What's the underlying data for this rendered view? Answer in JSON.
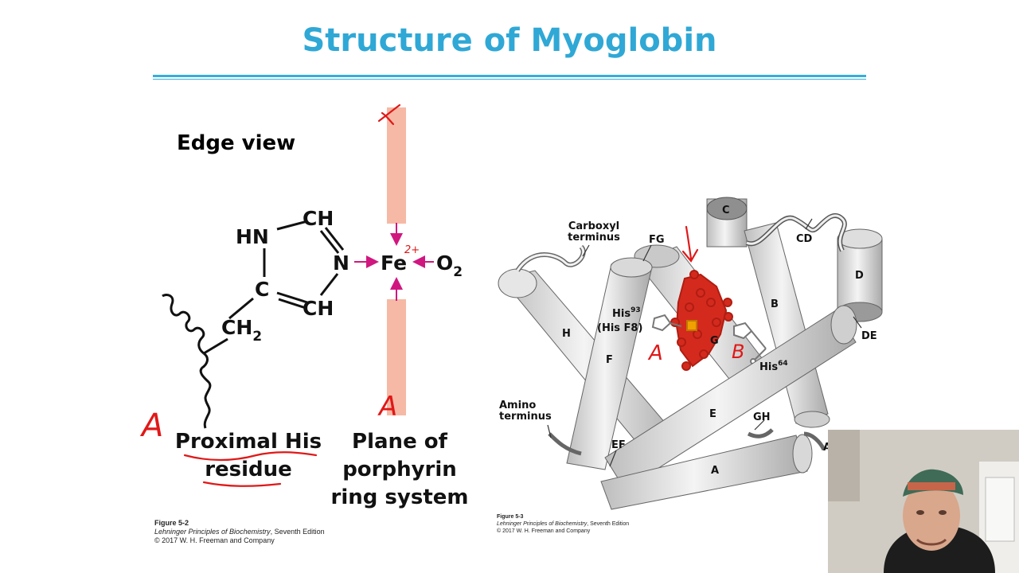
{
  "slide": {
    "title": "Structure of Myoglobin"
  },
  "left_figure": {
    "heading": "Edge view",
    "atoms": {
      "hn": "HN",
      "ch_top": "CH",
      "n": "N",
      "c": "C",
      "ch_bottom": "CH",
      "ch2": "CH",
      "ch2_sub": "2",
      "fe": "Fe",
      "o2": "O",
      "o2_sub": "2"
    },
    "label_proximal_line1": "Proximal His",
    "label_proximal_line2": "residue",
    "label_plane_line1": "Plane of",
    "label_plane_line2": "porphyrin",
    "label_plane_line3": "ring system",
    "caption": {
      "figure": "Figure 5-2",
      "book": "Lehninger Principles of Biochemistry",
      "edition": ", Seventh Edition",
      "copyright": "© 2017 W. H. Freeman and Company"
    }
  },
  "right_figure": {
    "labels": {
      "carboxyl_line1": "Carboxyl",
      "carboxyl_line2": "terminus",
      "fg": "FG",
      "c": "C",
      "cd": "CD",
      "d": "D",
      "b": "B",
      "de": "DE",
      "h": "H",
      "his93": "His",
      "his93_sup": "93",
      "hisf8": "(His F8)",
      "g": "G",
      "f": "F",
      "his64": "His",
      "his64_sup": "64",
      "amino_line1": "Amino",
      "amino_line2": "terminus",
      "e": "E",
      "gh": "GH",
      "ef": "EF",
      "a": "A",
      "ab": "AB"
    },
    "caption": {
      "figure": "Figure 5-3",
      "book": "Lehninger Principles of Biochemistry",
      "edition": ", Seventh Edition",
      "copyright": "© 2017 W. H. Freeman and Company"
    }
  },
  "annotations": {
    "fe_charge": "2+",
    "letter_a_left": "A",
    "letter_a_plane": "A",
    "letter_a_heme": "A",
    "letter_b_heme": "B"
  },
  "colors": {
    "title": "#2fa8d6",
    "plane": "#f6b9a5",
    "arrow": "#d0177f",
    "ink": "#e01818",
    "heme": "#d42a1e"
  }
}
